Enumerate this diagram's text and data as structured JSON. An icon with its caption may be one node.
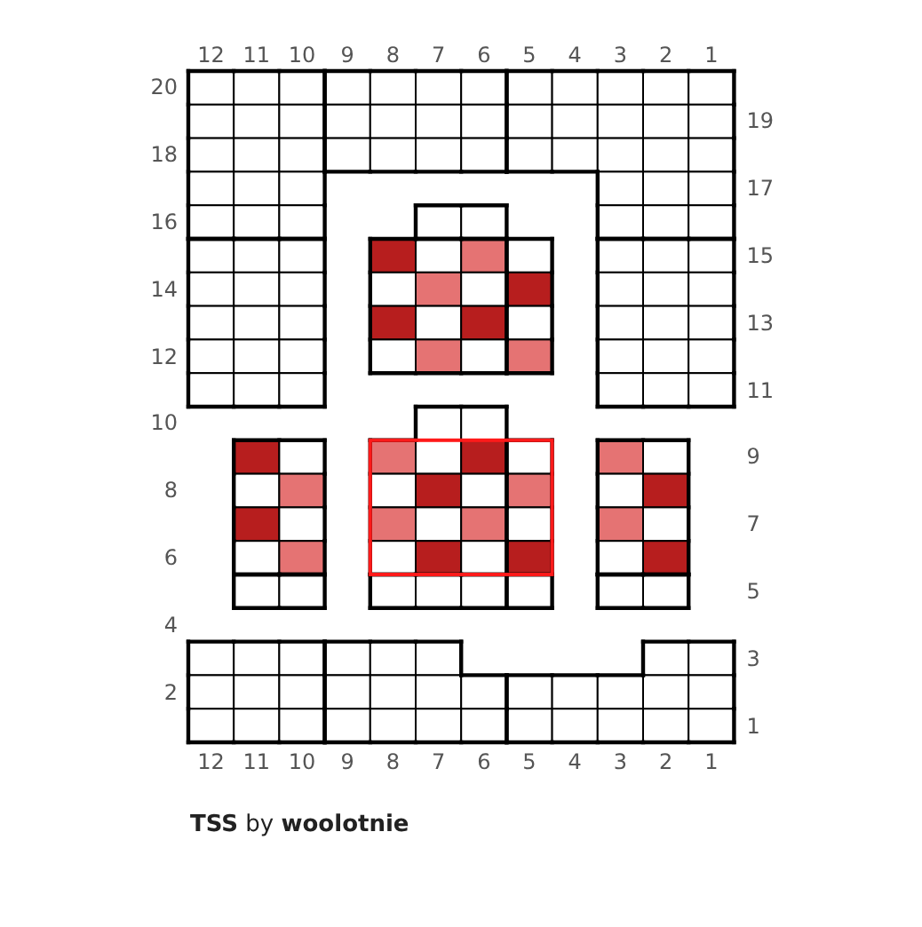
{
  "diagram": {
    "title": "**TSS** by **woolotnie**",
    "labels": [
      "12",
      "11",
      "10",
      "9",
      "8",
      "7",
      "6",
      "5",
      "4",
      "3",
      "2",
      "1",
      "20",
      "19",
      "18",
      "17",
      "16",
      "15",
      "14",
      "13",
      "12",
      "11",
      "10",
      "9",
      "8",
      "7",
      "6",
      "5",
      "4",
      "3",
      "2",
      "1",
      "12",
      "11",
      "10",
      "9",
      "8",
      "7",
      "6",
      "5",
      "4",
      "3",
      "2",
      "1"
    ]
  }
}
